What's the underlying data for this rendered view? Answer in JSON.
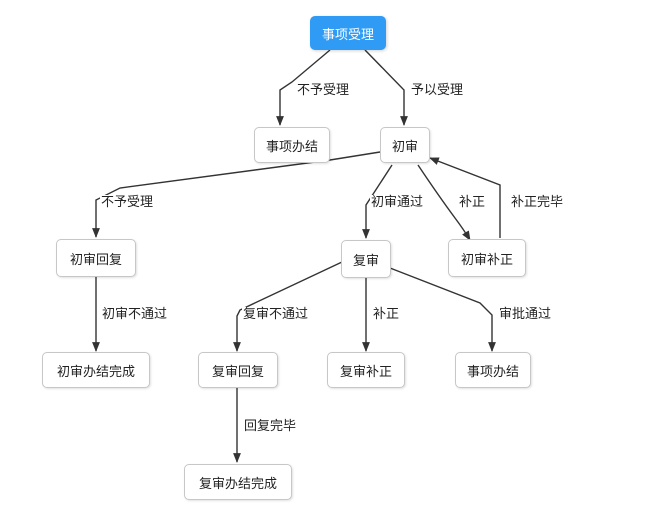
{
  "diagram": {
    "nodes": {
      "accept": "事项受理",
      "done_top": "事项办结",
      "first_review": "初审",
      "first_reply": "初审回复",
      "first_supplement": "初审补正",
      "re_review": "复审",
      "first_complete": "初审办结完成",
      "re_reply": "复审回复",
      "re_supplement": "复审补正",
      "done_bottom": "事项办结",
      "re_complete": "复审办结完成"
    },
    "edge_labels": {
      "not_accept_top": "不予受理",
      "accept_ok": "予以受理",
      "not_accept_left": "不予受理",
      "first_pass": "初审通过",
      "supplement_go": "补正",
      "supplement_back": "补正完毕",
      "first_fail": "初审不通过",
      "re_fail": "复审不通过",
      "re_supplement_go": "补正",
      "approve_pass": "审批通过",
      "reply_done": "回复完毕"
    }
  }
}
